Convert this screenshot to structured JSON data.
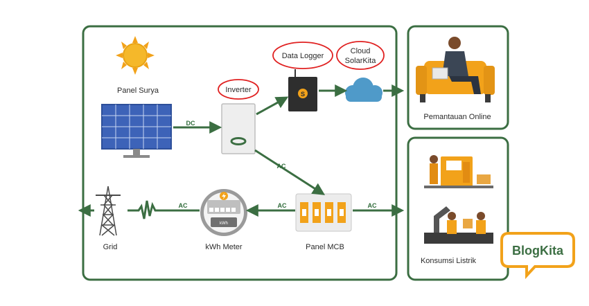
{
  "components": {
    "solar_panel": "Panel Surya",
    "inverter": "Inverter",
    "data_logger": "Data Logger",
    "cloud_line1": "Cloud",
    "cloud_line2": "SolarKita",
    "mcb": "Panel MCB",
    "kwh_meter": "kWh Meter",
    "meter_unit": "kWh",
    "grid": "Grid",
    "online_monitoring": "Pemantauan Online",
    "consumption": "Konsumsi Listrik"
  },
  "edges": {
    "panel_to_inverter": "DC",
    "inverter_to_mcb": "AC",
    "mcb_to_meter": "AC",
    "meter_to_grid": "AC",
    "mcb_to_consumption": "AC"
  },
  "logo": {
    "text": "BlogKita"
  },
  "colors": {
    "frame": "#3b6e42",
    "accent_orange": "#f2a21a",
    "highlight_red": "#e02020",
    "cloud": "#4f9ac9",
    "panel_blue": "#3d63b8"
  }
}
